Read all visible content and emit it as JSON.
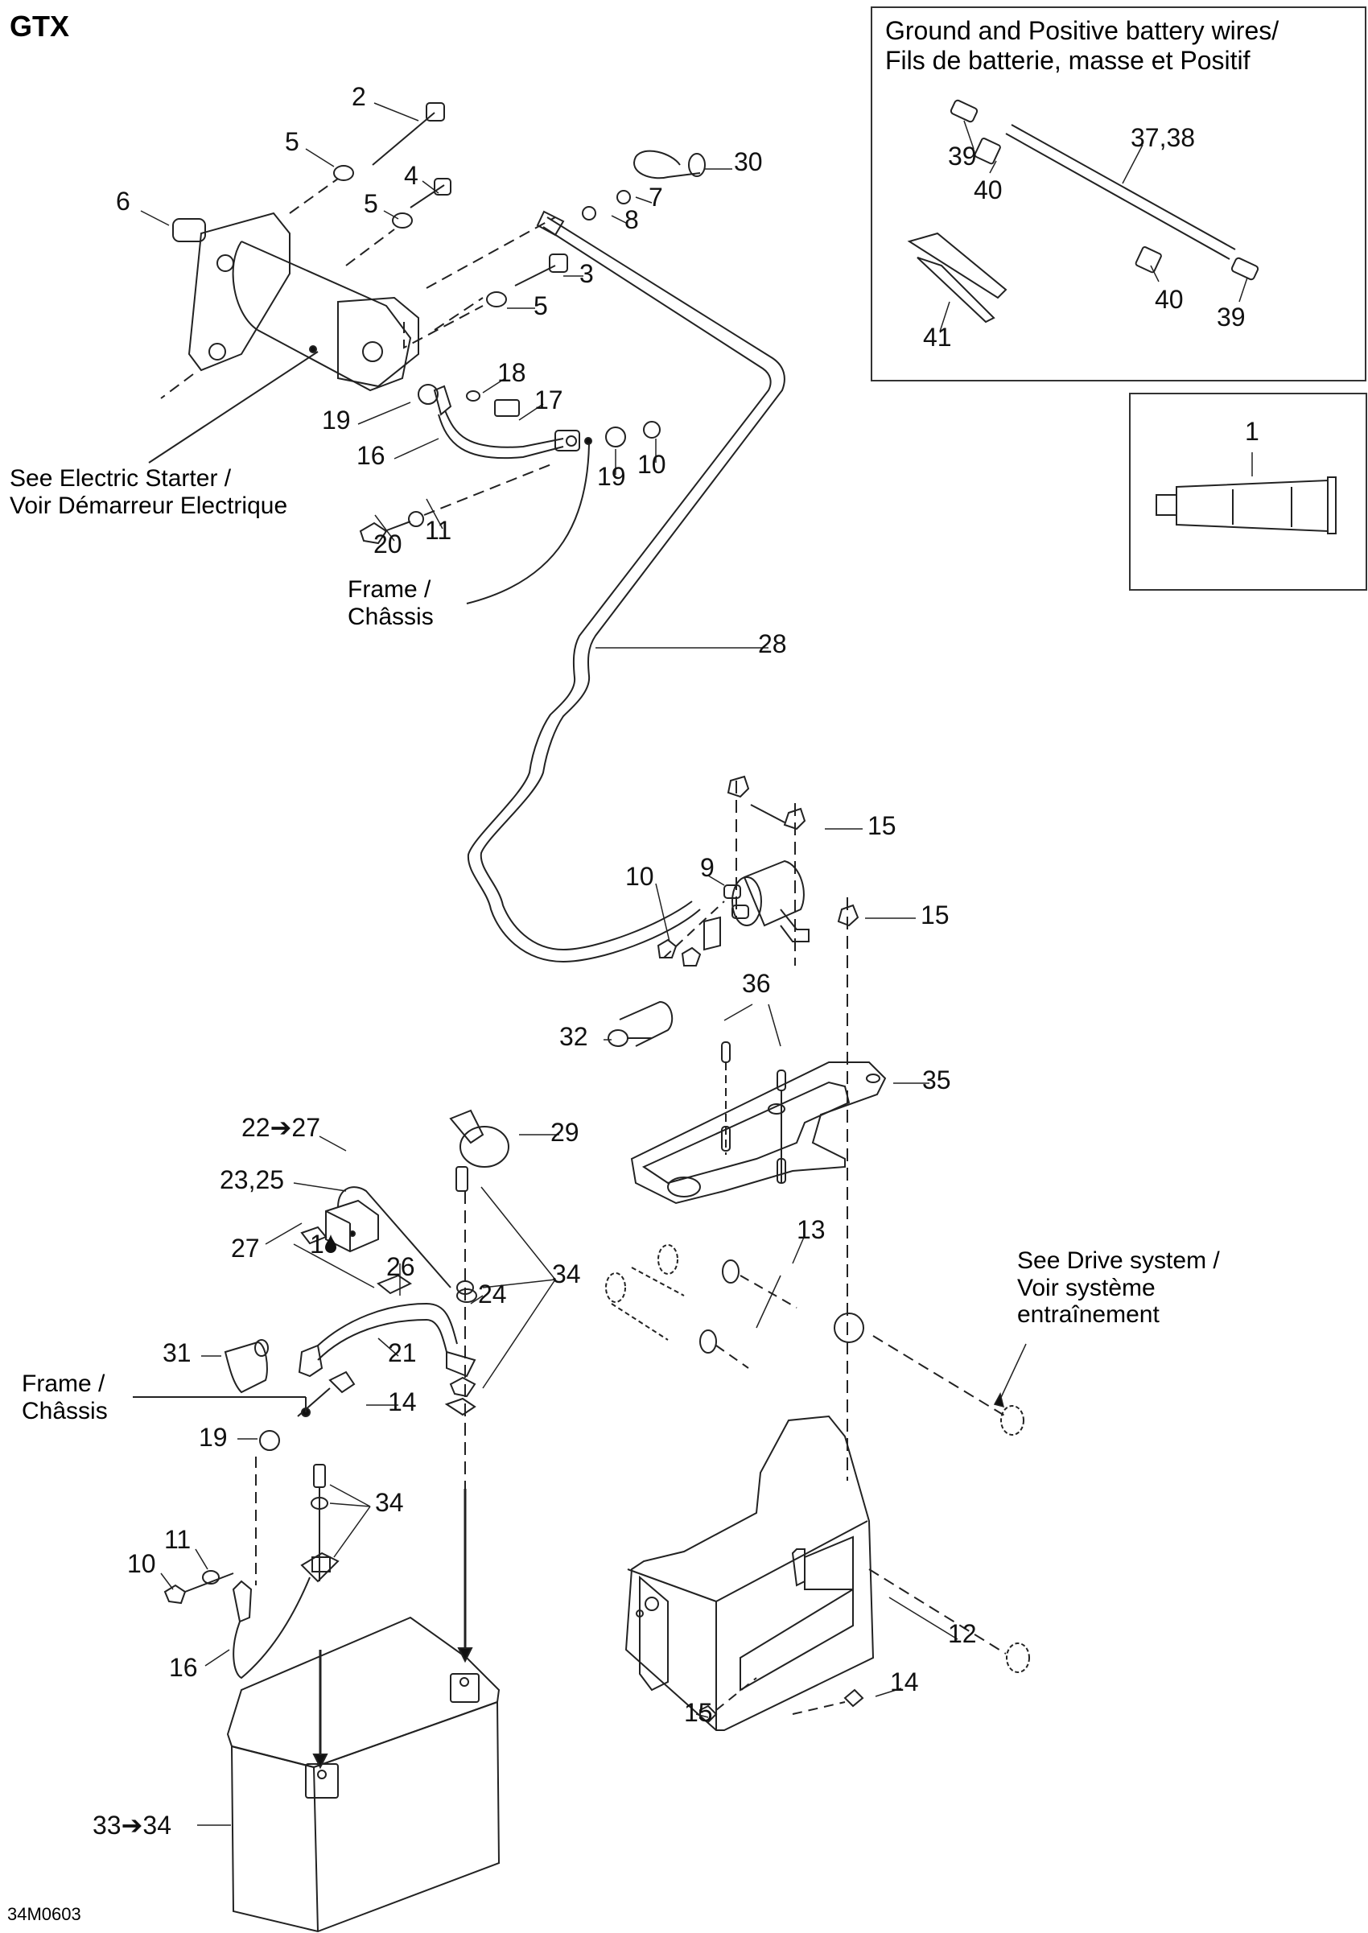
{
  "page": {
    "model_title": "GTX",
    "drawing_code": "34M0603"
  },
  "insets": {
    "wires_box": {
      "title_line1": "Ground and Positive battery wires/",
      "title_line2": "Fils de batterie, masse et Positif",
      "callouts": [
        "39",
        "40",
        "37,38",
        "40",
        "39",
        "41"
      ]
    },
    "lubricant_box": {
      "callouts": [
        "1"
      ]
    }
  },
  "notes": {
    "electric_starter": {
      "line1": "See Electric Starter /",
      "line2": "Voir Démarreur Electrique"
    },
    "frame_top": {
      "line1": "Frame /",
      "line2": "Châssis"
    },
    "frame_bottom": {
      "line1": "Frame /",
      "line2": "Châssis"
    },
    "drive_system": {
      "line1": "See Drive system /",
      "line2": "Voir système",
      "line3": "entraînement"
    }
  },
  "callouts": {
    "c2": "2",
    "c5a": "5",
    "c6": "6",
    "c4": "4",
    "c5b": "5",
    "c30": "30",
    "c7": "7",
    "c8": "8",
    "c3": "3",
    "c5c": "5",
    "c18": "18",
    "c17": "17",
    "c19a": "19",
    "c16a": "16",
    "c19b": "19",
    "c10a": "10",
    "c20": "20",
    "c11a": "11",
    "c28": "28",
    "c15a": "15",
    "c9": "9",
    "c10b": "10",
    "c15b": "15",
    "c36": "36",
    "c32": "32",
    "c35": "35",
    "c29": "29",
    "c22_27": "22➔27",
    "c23_25": "23,25",
    "c27": "27",
    "c1": "1",
    "c26": "26",
    "c24": "24",
    "c34a": "34",
    "c13": "13",
    "c31": "31",
    "c21": "21",
    "c14a": "14",
    "c19c": "19",
    "c34b": "34",
    "c11b": "11",
    "c10c": "10",
    "c16b": "16",
    "c12": "12",
    "c14b": "14",
    "c15c": "15",
    "c33_34": "33➔34"
  },
  "icons": {
    "sealant_drop": "drop-icon"
  }
}
